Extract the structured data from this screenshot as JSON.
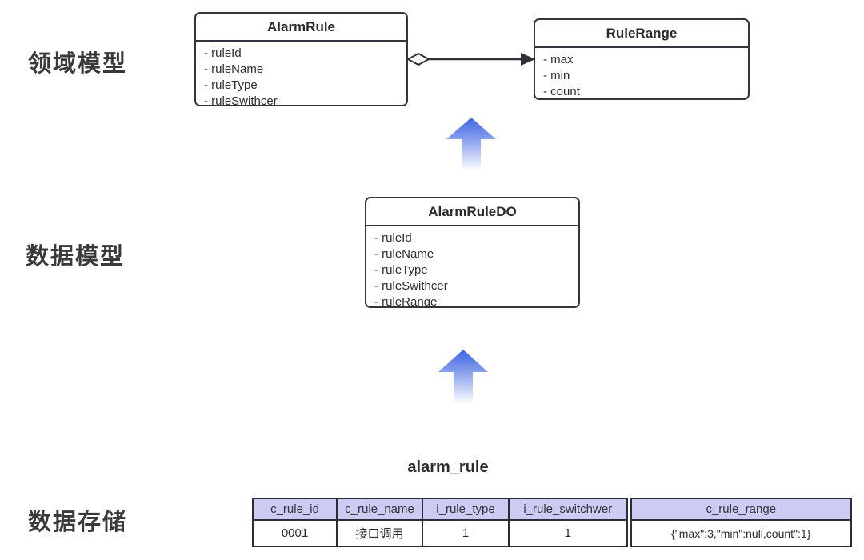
{
  "sections": {
    "domain_label": "领域模型",
    "data_model_label": "数据模型",
    "storage_label": "数据存储"
  },
  "classes": {
    "alarm_rule": {
      "title": "AlarmRule",
      "attributes": [
        "- ruleId",
        "- ruleName",
        "- ruleType",
        "- ruleSwithcer"
      ]
    },
    "rule_range": {
      "title": "RuleRange",
      "attributes": [
        "- max",
        "- min",
        "- count"
      ]
    },
    "alarm_rule_do": {
      "title": "AlarmRuleDO",
      "attributes": [
        "- ruleId",
        "- ruleName",
        "- ruleType",
        "- ruleSwithcer",
        "- ruleRange"
      ]
    }
  },
  "relation": {
    "type": "aggregation-arrow",
    "from": "AlarmRule",
    "to": "RuleRange"
  },
  "storage_table": {
    "title": "alarm_rule",
    "headers": [
      "c_rule_id",
      "c_rule_name",
      "i_rule_type",
      "i_rule_switchwer",
      "c_rule_range"
    ],
    "rows": [
      [
        "0001",
        "接口调用",
        "1",
        "1",
        "{\"max\":3,\"min\":null,count\":1}"
      ]
    ]
  },
  "colors": {
    "box_border": "#31343b",
    "table_header_bg": "#ccccf2",
    "arrow_blue_top": "#3e65e2",
    "label_text": "#3a3a3a"
  }
}
